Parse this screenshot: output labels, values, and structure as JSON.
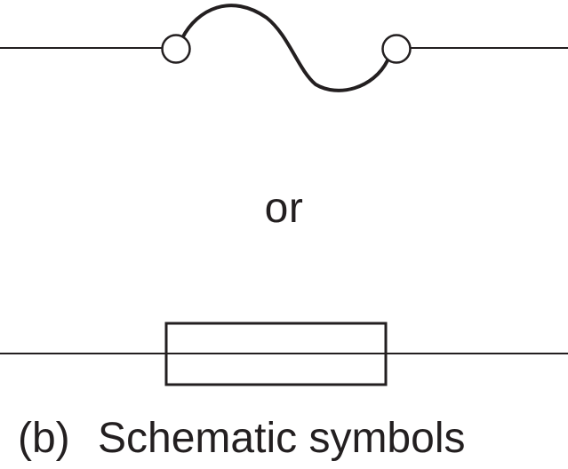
{
  "separator_text": "or",
  "caption": {
    "tag": "(b)",
    "title": "Schematic symbols"
  },
  "symbols": [
    {
      "name": "fuse-symbol-curve",
      "shape": "s-curve-with-terminals"
    },
    {
      "name": "fuse-symbol-rectangle",
      "shape": "rectangle-on-line"
    }
  ],
  "colors": {
    "ink": "#231f20",
    "background": "#ffffff"
  }
}
